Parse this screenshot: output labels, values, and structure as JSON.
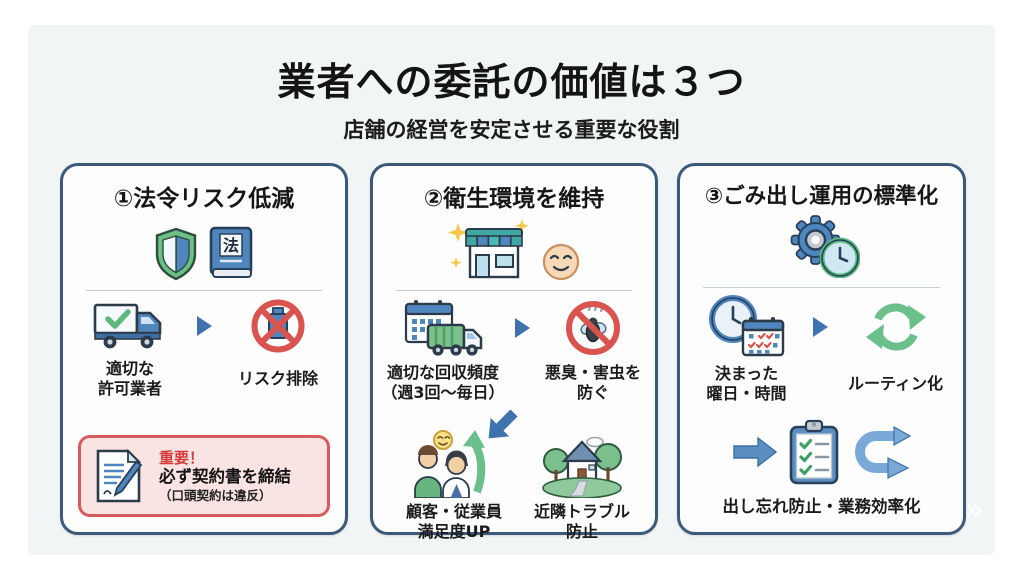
{
  "header": {
    "title": "業者への委託の価値は３つ",
    "subtitle": "店舗の経営を安定させる重要な役割"
  },
  "panels": [
    {
      "heading": "①法令リスク低減",
      "flow": {
        "from_line1": "適切な",
        "from_line2": "許可業者",
        "to_line1": "リスク排除"
      },
      "important": {
        "tag": "重要！",
        "text": "必ず契約書を締結",
        "note": "（口頭契約は違反）"
      }
    },
    {
      "heading": "②衛生環境を維持",
      "flow": {
        "from_line1": "適切な回収頻度",
        "from_line2": "（週3回〜毎日）",
        "to_line1": "悪臭・害虫を",
        "to_line2": "防ぐ"
      },
      "results": [
        {
          "line1": "顧客・従業員",
          "line2": "満足度UP"
        },
        {
          "line1": "近隣トラブル",
          "line2": "防止"
        }
      ]
    },
    {
      "heading": "③ごみ出し運用の標準化",
      "flow": {
        "from_line1": "決まった",
        "from_line2": "曜日・時間",
        "to_line1": "ルーティン化"
      },
      "outcome": "出し忘れ防止・業務効率化"
    }
  ],
  "icons": {
    "law_book_char": "法",
    "watermark_chevrons": "»"
  },
  "colors": {
    "panel_border": "#3b5a7a",
    "canvas_bg": "#f2f5f5",
    "accent_blue": "#3f73ad",
    "accent_green": "#5cb87c",
    "alert_red": "#d65c5c",
    "alert_bg": "#fae3e3"
  }
}
